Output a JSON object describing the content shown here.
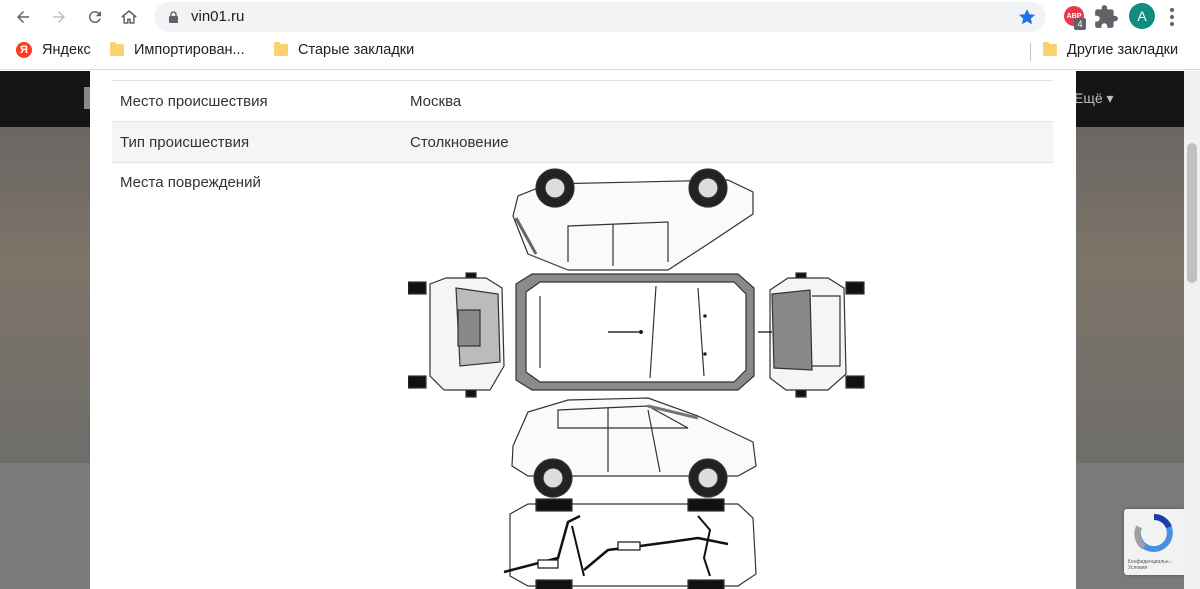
{
  "browser": {
    "url": "vin01.ru",
    "abp_label": "ABP",
    "abp_count": "4",
    "avatar_letter": "A"
  },
  "bookmarks": {
    "items": [
      {
        "label": "Яндекс",
        "icon": "yandex-icon"
      },
      {
        "label": "Импортирован...",
        "icon": "folder-icon"
      },
      {
        "label": "Старые закладки",
        "icon": "folder-icon"
      }
    ],
    "other": {
      "label": "Другие закладки",
      "icon": "folder-icon"
    }
  },
  "site": {
    "nav_more": "Ещё ▾"
  },
  "recaptcha": {
    "text": "Конфиденциальн... Условия"
  },
  "incident": {
    "rows": [
      {
        "label": "Место происшествия",
        "value": "Москва"
      },
      {
        "label": "Тип происшествия",
        "value": "Столкновение"
      },
      {
        "label": "Места повреждений",
        "value": ""
      }
    ]
  },
  "colors": {
    "accent_star": "#1a73e8",
    "avatar": "#128c7e",
    "abp": "#e8394a",
    "car_gray": "#8a8a8a"
  }
}
